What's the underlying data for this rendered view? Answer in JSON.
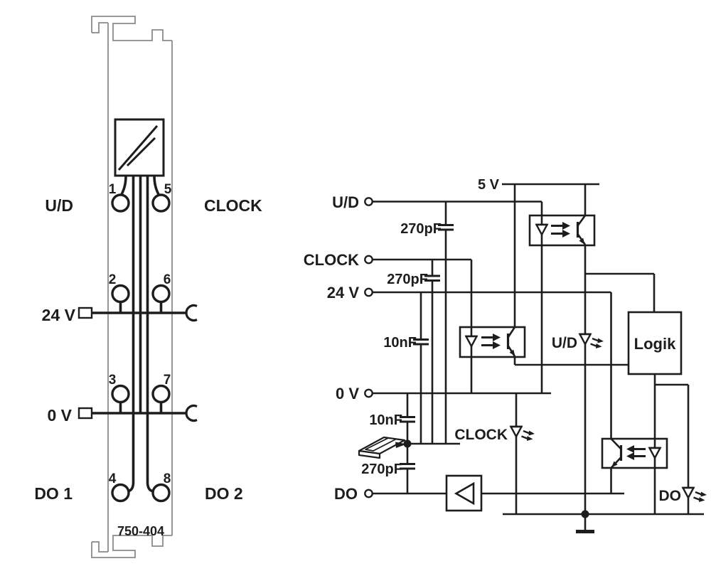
{
  "colors": {
    "ink": "#1d1d1b",
    "silhouette": "#8a8a8a",
    "background": "#ffffff"
  },
  "module": {
    "part_number": "750-404",
    "pin_numbers": [
      "1",
      "5",
      "2",
      "6",
      "3",
      "7",
      "4",
      "8"
    ],
    "labels": {
      "ud": "U/D",
      "clock": "CLOCK",
      "v24": "24 V",
      "v0": "0 V",
      "do1": "DO 1",
      "do2": "DO 2"
    }
  },
  "schematic": {
    "supply": "5 V",
    "terminals": [
      "U/D",
      "CLOCK",
      "24 V",
      "0 V",
      "DO"
    ],
    "capacitors": [
      "270pF",
      "270pF",
      "10nF",
      "10nF",
      "270pF"
    ],
    "logic": "Logik",
    "leds": [
      "U/D",
      "CLOCK",
      "DO"
    ]
  }
}
